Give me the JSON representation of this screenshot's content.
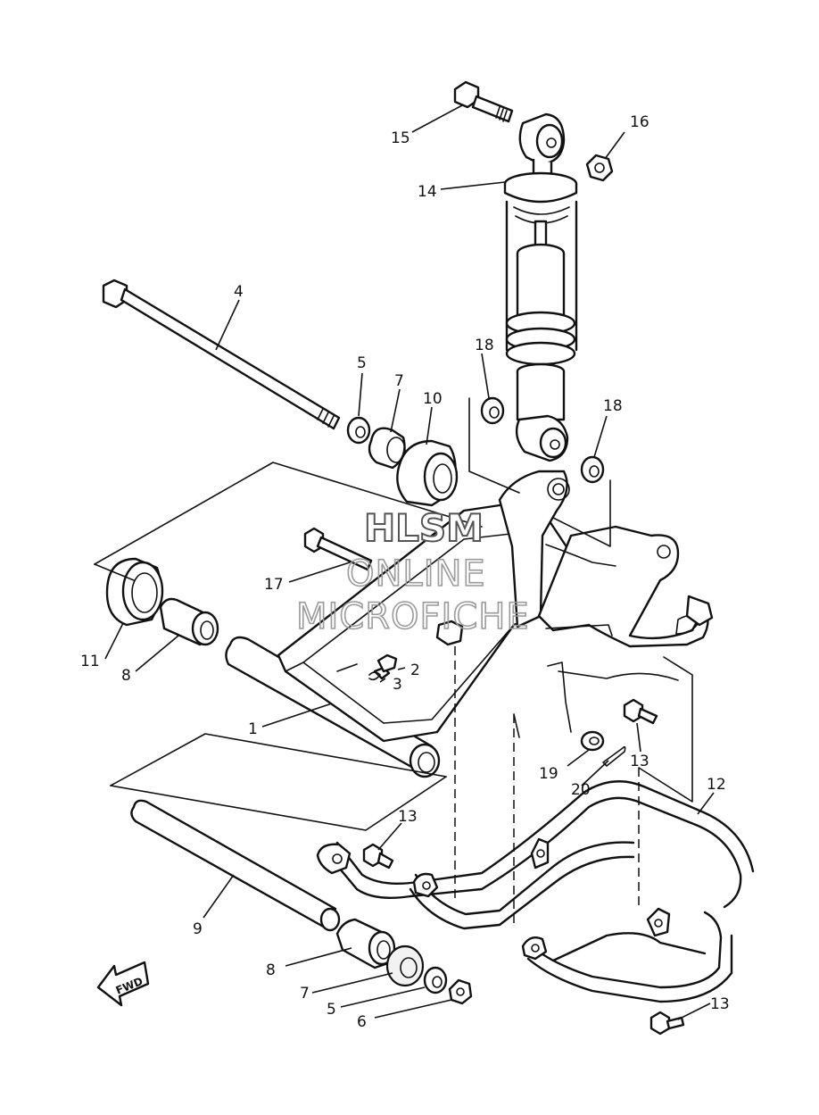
{
  "watermark": {
    "line1": "HLSM",
    "line2": "ONLINE",
    "line3": "MICROFICHE"
  },
  "direction_arrow": {
    "label": "FWD",
    "icon": "fwd-arrow-icon"
  },
  "callouts": {
    "c1": "1",
    "c2": "2",
    "c3": "3",
    "c4": "4",
    "c5a": "5",
    "c5b": "5",
    "c6": "6",
    "c7a": "7",
    "c7b": "7",
    "c8a": "8",
    "c8b": "8",
    "c9": "9",
    "c10": "10",
    "c11": "11",
    "c12": "12",
    "c13a": "13",
    "c13b": "13",
    "c13c": "13",
    "c14": "14",
    "c15": "15",
    "c16": "16",
    "c17": "17",
    "c18a": "18",
    "c18b": "18",
    "c19": "19",
    "c20": "20"
  },
  "parts": [
    {
      "id": "1",
      "icon": "swingarm-frame-icon"
    },
    {
      "id": "2",
      "icon": "grease-nipple-icon"
    },
    {
      "id": "3",
      "icon": "retaining-clip-icon"
    },
    {
      "id": "4",
      "icon": "pivot-shaft-bolt-icon"
    },
    {
      "id": "5",
      "icon": "washer-icon"
    },
    {
      "id": "6",
      "icon": "nut-icon"
    },
    {
      "id": "7",
      "icon": "bushing-icon"
    },
    {
      "id": "8",
      "icon": "collar-icon"
    },
    {
      "id": "9",
      "icon": "tube-icon"
    },
    {
      "id": "10",
      "icon": "bearing-housing-icon"
    },
    {
      "id": "11",
      "icon": "bearing-ring-icon"
    },
    {
      "id": "12",
      "icon": "guard-bar-icon"
    },
    {
      "id": "13",
      "icon": "flange-bolt-icon"
    },
    {
      "id": "14",
      "icon": "shock-absorber-icon"
    },
    {
      "id": "15",
      "icon": "upper-bolt-icon"
    },
    {
      "id": "16",
      "icon": "upper-nut-icon"
    },
    {
      "id": "17",
      "icon": "bolt-icon"
    },
    {
      "id": "18",
      "icon": "spacer-washer-icon"
    },
    {
      "id": "19",
      "icon": "plain-washer-icon"
    },
    {
      "id": "20",
      "icon": "cotter-pin-icon"
    }
  ]
}
